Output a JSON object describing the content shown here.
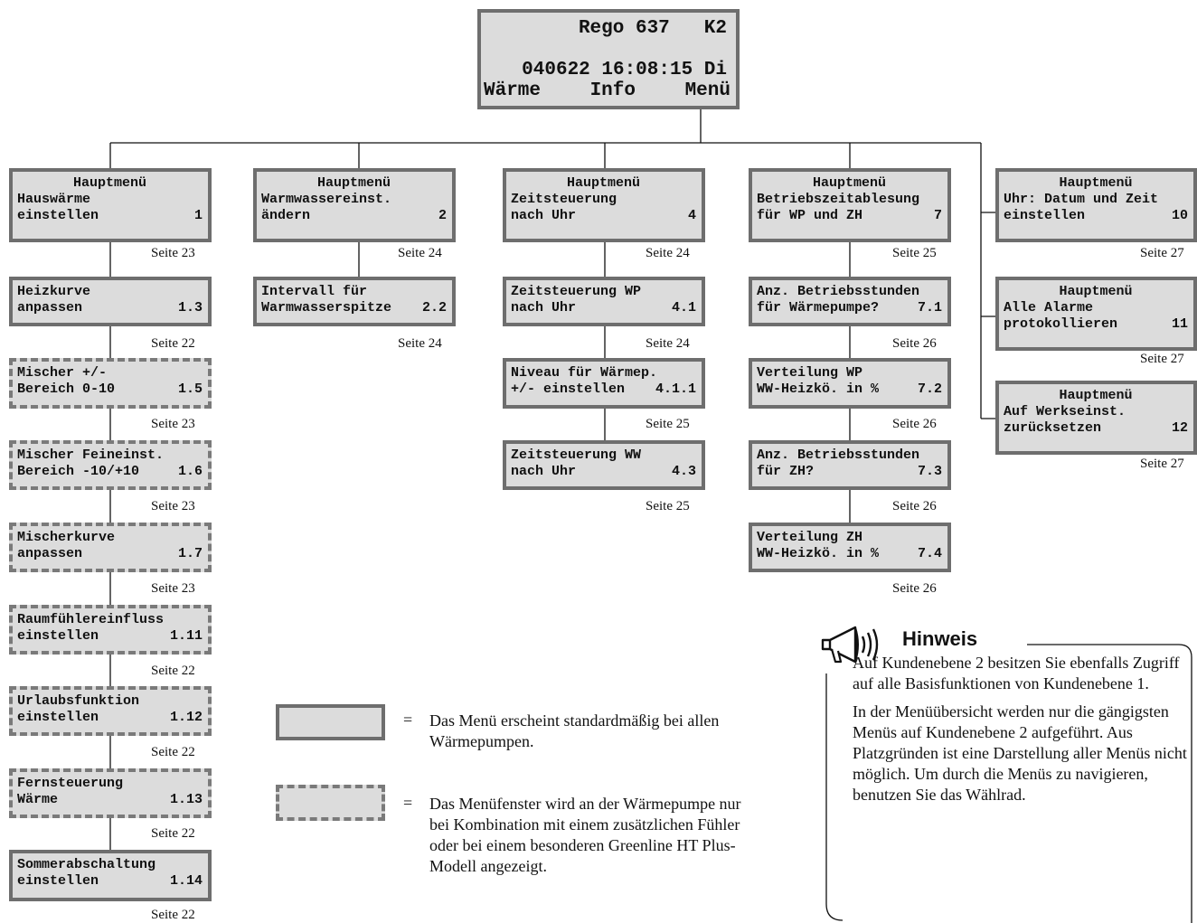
{
  "display": {
    "title": "Rego 637",
    "level": "K2",
    "datetime": "040622 16:08:15 Di",
    "softkeys": [
      "Wärme",
      "Info",
      "Menü"
    ]
  },
  "menus": {
    "m1": {
      "head": "Hauptmenü",
      "line1": "Hauswärme",
      "line2": "einstellen",
      "num": "1",
      "page": "Seite 23"
    },
    "m2": {
      "head": "Hauptmenü",
      "line1": "Warmwassereinst.",
      "line2": "ändern",
      "num": "2",
      "page": "Seite 24"
    },
    "m4": {
      "head": "Hauptmenü",
      "line1": "Zeitsteuerung",
      "line2": "nach Uhr",
      "num": "4",
      "page": "Seite 24"
    },
    "m7": {
      "head": "Hauptmenü",
      "line1": "Betriebszeitablesung",
      "line2": "für WP und ZH",
      "num": "7",
      "page": "Seite 25"
    },
    "m10": {
      "head": "Hauptmenü",
      "line1": "Uhr: Datum und Zeit",
      "line2": "einstellen",
      "num": "10",
      "page": "Seite 27"
    },
    "m11": {
      "head": "Hauptmenü",
      "line1": "Alle Alarme",
      "line2": "protokollieren",
      "num": "11",
      "page": "Seite 27"
    },
    "m12": {
      "head": "Hauptmenü",
      "line1": "Auf Werkseinst.",
      "line2": "zurücksetzen",
      "num": "12",
      "page": "Seite 27"
    }
  },
  "submenus": {
    "s1_3": {
      "line1": "Heizkurve",
      "line2": "anpassen",
      "num": "1.3",
      "page": "Seite 22"
    },
    "s1_5": {
      "line1": "Mischer +/-",
      "line2": "Bereich 0-10",
      "num": "1.5",
      "page": "Seite 23"
    },
    "s1_6": {
      "line1": "Mischer Feineinst.",
      "line2": "Bereich -10/+10",
      "num": "1.6",
      "page": "Seite 23"
    },
    "s1_7": {
      "line1": "Mischerkurve",
      "line2": "anpassen",
      "num": "1.7",
      "page": "Seite 23"
    },
    "s1_11": {
      "line1": "Raumfühlereinfluss",
      "line2": "einstellen",
      "num": "1.11",
      "page": "Seite 22"
    },
    "s1_12": {
      "line1": "Urlaubsfunktion",
      "line2": "einstellen",
      "num": "1.12",
      "page": "Seite 22"
    },
    "s1_13": {
      "line1": "Fernsteuerung",
      "line2": "Wärme",
      "num": "1.13",
      "page": "Seite 22"
    },
    "s1_14": {
      "line1": "Sommerabschaltung",
      "line2": "einstellen",
      "num": "1.14",
      "page": "Seite 22"
    },
    "s2_2": {
      "line1": "Intervall für",
      "line2": "Warmwasserspitze",
      "num": "2.2",
      "page": "Seite 24"
    },
    "s4_1": {
      "line1": "Zeitsteuerung WP",
      "line2": "nach Uhr",
      "num": "4.1",
      "page": "Seite 24"
    },
    "s4_1_1": {
      "line1": "Niveau für Wärmep.",
      "line2": "+/- einstellen",
      "num": "4.1.1",
      "page": "Seite 25"
    },
    "s4_3": {
      "line1": "Zeitsteuerung WW",
      "line2": "nach Uhr",
      "num": "4.3",
      "page": "Seite 25"
    },
    "s7_1": {
      "line1": "Anz. Betriebsstunden",
      "line2": "für Wärmepumpe?",
      "num": "7.1",
      "page": "Seite 26"
    },
    "s7_2": {
      "line1": "Verteilung WP",
      "line2": "WW-Heizkö. in %",
      "num": "7.2",
      "page": "Seite 26"
    },
    "s7_3": {
      "line1": "Anz. Betriebsstunden",
      "line2": "für ZH?",
      "num": "7.3",
      "page": "Seite 26"
    },
    "s7_4": {
      "line1": "Verteilung ZH",
      "line2": "WW-Heizkö. in %",
      "num": "7.4",
      "page": "Seite 26"
    }
  },
  "legend": {
    "equals": "=",
    "standard_text": "Das Menü erscheint standardmäßig bei allen Wärmepumpen.",
    "optional_text": "Das Menüfenster wird an der Wärmepumpe nur bei Kombination mit einem zusätzlichen Fühler oder bei einem besonderen Greenline HT Plus-Modell angezeigt."
  },
  "note": {
    "title": "Hinweis",
    "para1": "Auf Kundenebene 2 besitzen Sie ebenfalls Zugriff auf alle Basisfunktionen von Kundenebene 1.",
    "para2": "In der Menüübersicht werden nur die gängigsten Menüs auf Kundenebene 2 aufgeführt. Aus Platzgründen ist eine Darstellung aller Menüs nicht möglich. Um durch die Menüs zu navigieren, benutzen Sie das Wählrad."
  }
}
